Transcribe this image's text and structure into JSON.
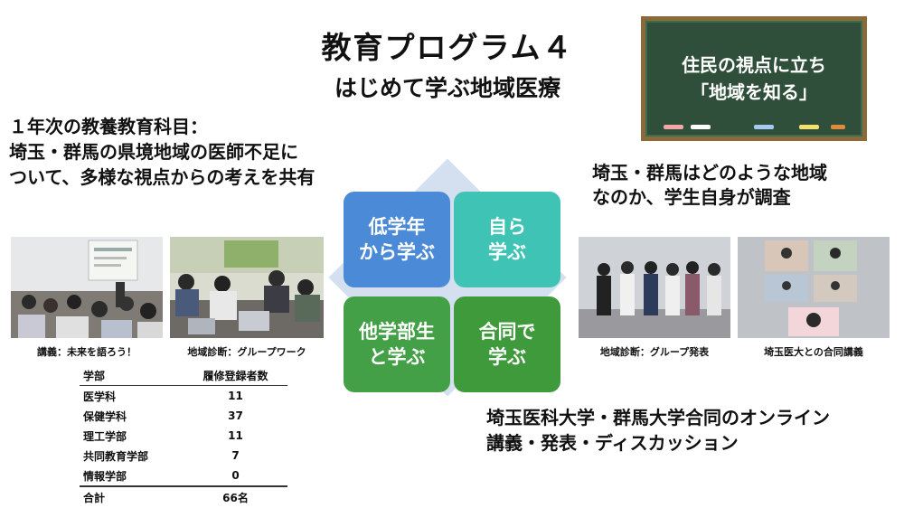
{
  "title": "教育プログラム４",
  "subtitle": "はじめて学ぶ地域医療",
  "blackboard": {
    "line1": "住民の視点に立ち",
    "line2": "「地域を知る」"
  },
  "left_text": "１年次の教養教育科目：\n埼玉・群馬の県境地域の医師不足に\nついて、多様な視点からの考えを共有",
  "right_text": "埼玉・群馬はどのような地域\nなのか、学生自身が調査",
  "bottom_text": "埼玉医科大学・群馬大学合同のオンライン\n講義・発表・ディスカッション",
  "quadrants": [
    {
      "label": "低学年\nから学ぶ",
      "color": "#4a8ad6"
    },
    {
      "label": "自ら\n学ぶ",
      "color": "#3fc3b4"
    },
    {
      "label": "他学部生\nと学ぶ",
      "color": "#43a047"
    },
    {
      "label": "合同で\n学ぶ",
      "color": "#3f9a3c"
    }
  ],
  "photos": [
    {
      "caption": "講義：未来を語ろう！"
    },
    {
      "caption": "地域診断：グループワーク"
    },
    {
      "caption": "地域診断：グループ発表"
    },
    {
      "caption": "埼玉医大との合同講義"
    }
  ],
  "table": {
    "headers": [
      "学部",
      "履修登録者数"
    ],
    "rows": [
      [
        "医学科",
        "11"
      ],
      [
        "保健学科",
        "37"
      ],
      [
        "理工学部",
        "11"
      ],
      [
        "共同教育学部",
        "7"
      ],
      [
        "情報学部",
        "0"
      ]
    ],
    "total": [
      "合計",
      "66名"
    ]
  }
}
